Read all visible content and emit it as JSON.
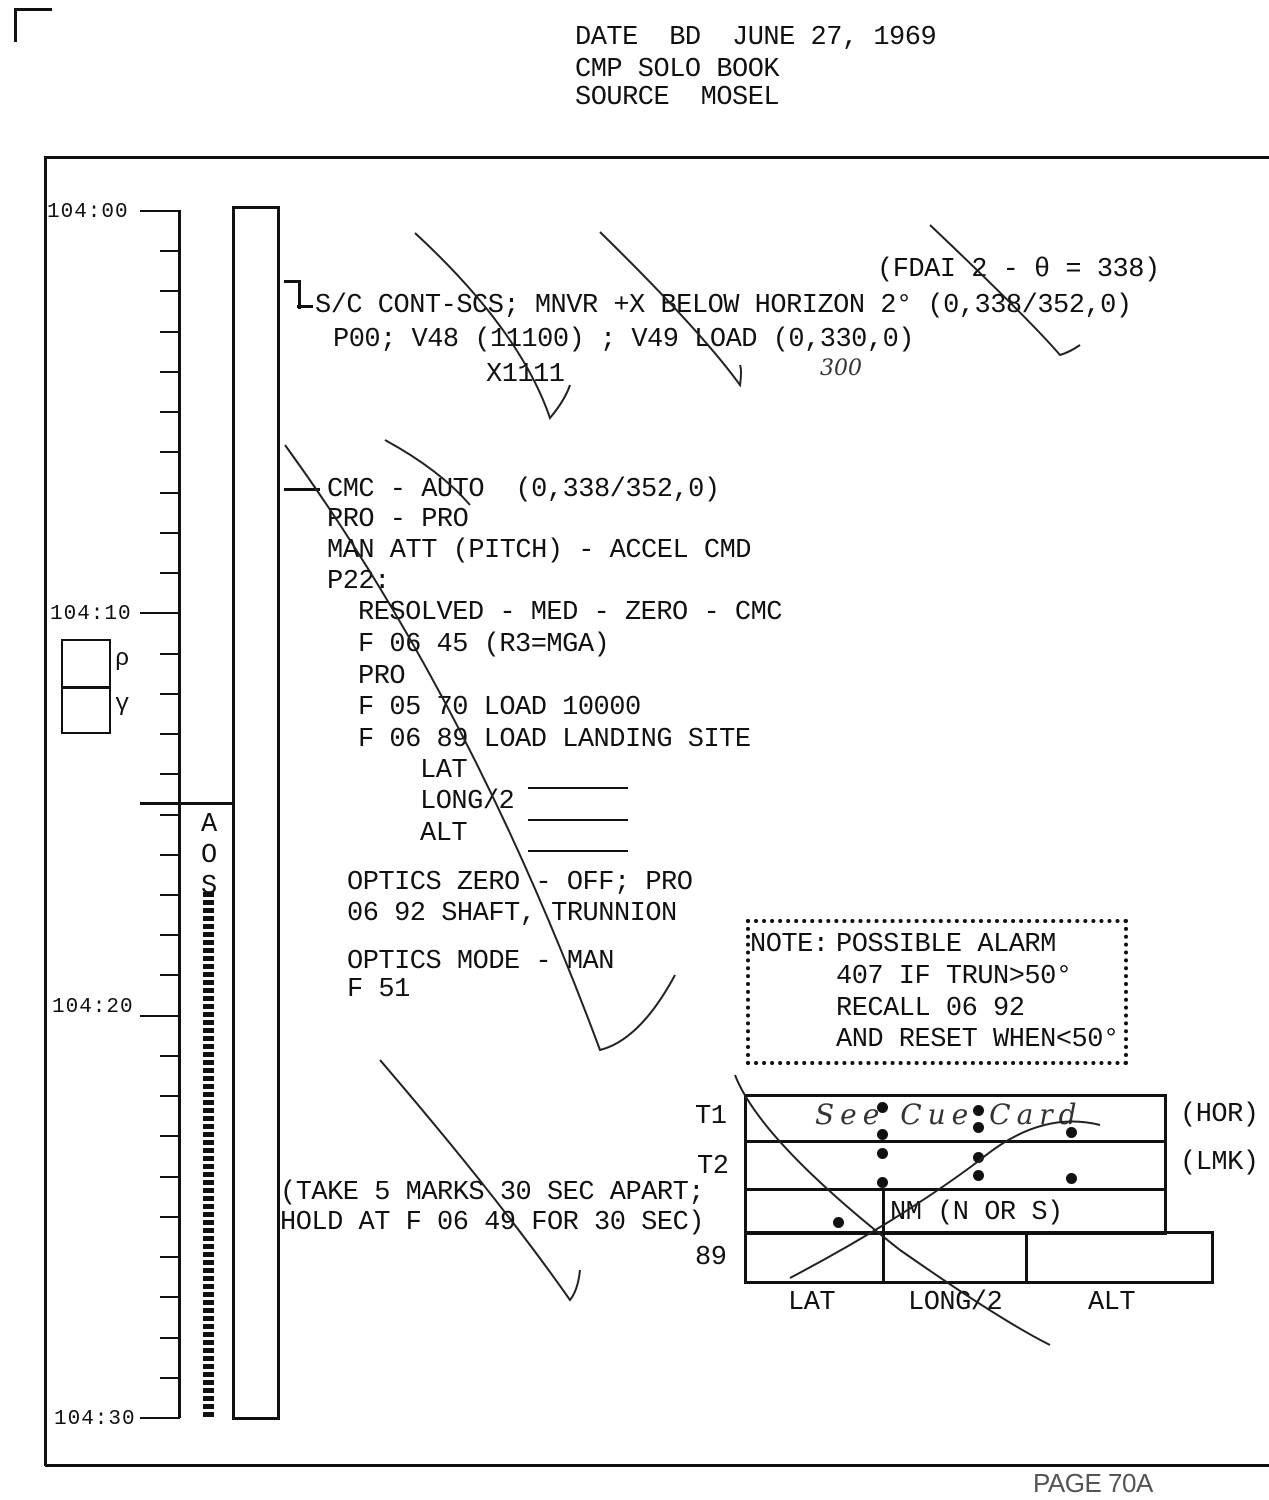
{
  "header": {
    "date_line": "DATE  BD  JUNE 27, 1969",
    "book_line": "CMP SOLO BOOK",
    "source_line": "SOURCE  MOSEL"
  },
  "timeline": {
    "labels": [
      "104:00",
      "104:10",
      "104:20",
      "104:30"
    ],
    "aos_letters": [
      "A",
      "O",
      "S"
    ],
    "rho": "ρ",
    "gamma": "γ"
  },
  "block1": {
    "fdai": "(FDAI 2 - θ = 338)",
    "line1": "S/C CONT-SCS; MNVR +X BELOW HORIZON 2° (0,338/352,0)",
    "line2": "P00; V48 (11100) ; V49 LOAD (0,330,0)",
    "line2b": "X1111",
    "handwritten": "300"
  },
  "block2": {
    "lines": [
      "CMC - AUTO  (0,338/352,0)",
      "PRO - PRO",
      "MAN ATT (PITCH) - ACCEL CMD",
      "P22:"
    ],
    "sub": [
      "RESOLVED - MED - ZERO - CMC",
      "F 06 45 (R3=MGA)",
      "PRO",
      "F 05 70 LOAD 10000",
      "F 06 89 LOAD LANDING SITE"
    ],
    "site": [
      "LAT",
      "LONG/2",
      "ALT"
    ],
    "optics": [
      "OPTICS ZERO - OFF; PRO",
      "06 92 SHAFT, TRUNNION",
      "OPTICS MODE - MAN",
      "F 51"
    ]
  },
  "note": {
    "label": "NOTE:",
    "lines": [
      "POSSIBLE ALARM",
      "407 IF TRUN>50°",
      "RECALL 06 92",
      "AND RESET WHEN<50°"
    ]
  },
  "marks": {
    "line1": "(TAKE 5 MARKS 30 SEC APART;",
    "line2": "HOLD AT F 06 49 FOR 30 SEC)"
  },
  "table": {
    "t1": "T1",
    "t2": "T2",
    "n89": "89",
    "hor": "(HOR)",
    "lmk": "(LMK)",
    "nm": "NM (N OR S)",
    "cols": [
      "LAT",
      "LONG/2",
      "ALT"
    ],
    "handwritten": "See Cue Card"
  },
  "footer": {
    "page": "PAGE 70A"
  }
}
